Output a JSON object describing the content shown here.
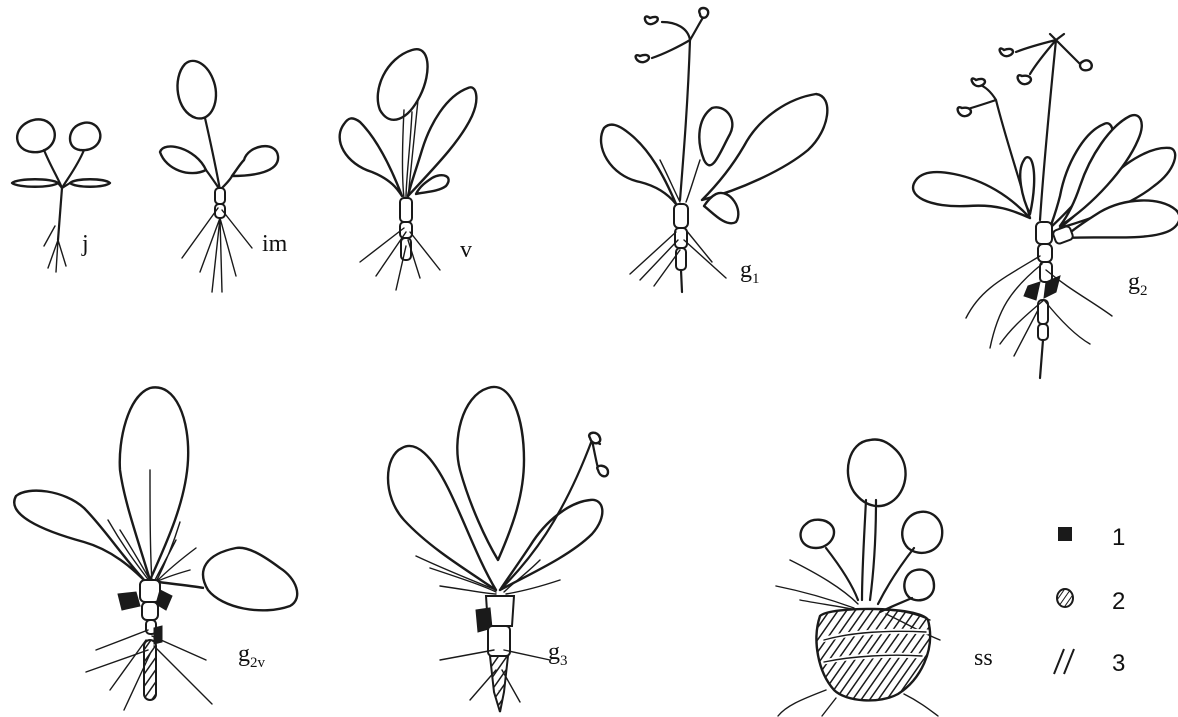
{
  "stages": [
    {
      "id": "j",
      "label": "j",
      "sub": ""
    },
    {
      "id": "im",
      "label": "im",
      "sub": ""
    },
    {
      "id": "v",
      "label": "v",
      "sub": ""
    },
    {
      "id": "g1",
      "label": "g",
      "sub": "1"
    },
    {
      "id": "g2",
      "label": "g",
      "sub": "2"
    },
    {
      "id": "g2v",
      "label": "g",
      "sub": "2v"
    },
    {
      "id": "g3",
      "label": "g",
      "sub": "3"
    },
    {
      "id": "ss",
      "label": "ss",
      "sub": ""
    }
  ],
  "legend": [
    {
      "num": "1",
      "icon": "black-square"
    },
    {
      "num": "2",
      "icon": "hatched-oval"
    },
    {
      "num": "3",
      "icon": "double-slash"
    }
  ]
}
